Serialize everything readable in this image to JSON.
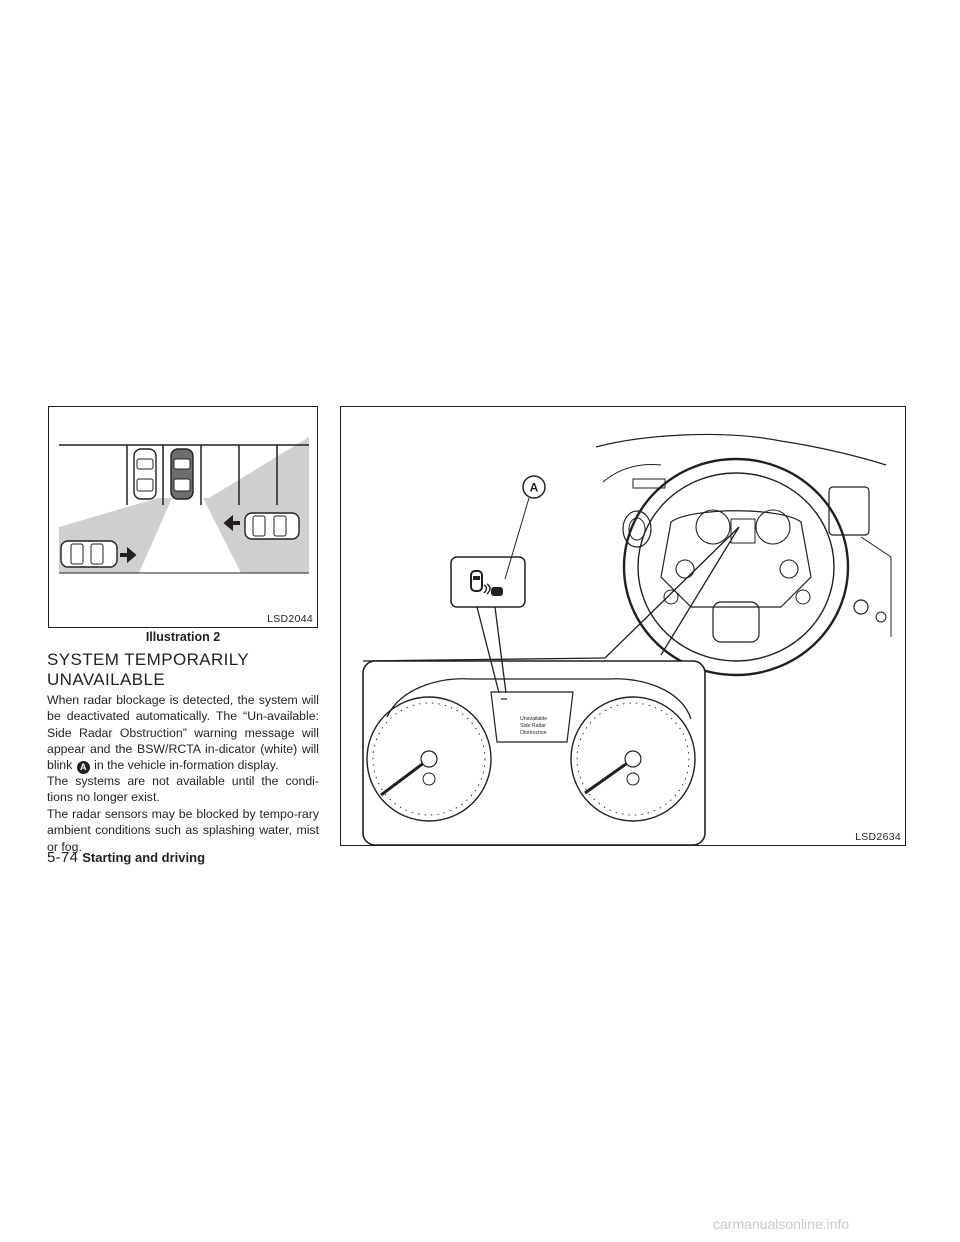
{
  "figure1": {
    "code": "LSD2044",
    "caption": "Illustration 2",
    "icons": [
      "parked-car-icon",
      "approaching-car-icon",
      "arrow-right-icon",
      "arrow-left-icon"
    ]
  },
  "figure2": {
    "code": "LSD2634",
    "callout_label": "A",
    "display_message": [
      "Unavailable",
      "Side Radar",
      "Obstruction"
    ],
    "icons": [
      "bsw-indicator-icon",
      "steering-wheel-icon",
      "gauge-icon"
    ]
  },
  "section": {
    "title_line1": "SYSTEM TEMPORARILY",
    "title_line2": "UNAVAILABLE",
    "p1_before": "When radar blockage is detected, the system will be deactivated automatically. The “Un-available: Side Radar Obstruction” warning message will appear and the BSW/RCTA in-dicator (white) will blink ",
    "p1_marker": "A",
    "p1_after": " in the vehicle in-formation display.",
    "p2": "The systems are not available until the condi-tions no longer exist.",
    "p3": "The radar sensors may be blocked by tempo-rary ambient conditions such as splashing water, mist or fog."
  },
  "footer": {
    "page_number": "5-74",
    "chapter": "Starting and driving"
  },
  "watermark": "carmanualsonline.info",
  "colors": {
    "ink": "#231f20",
    "radar_zone": "#cfcfcf",
    "watermark": "#c9c9c9"
  }
}
